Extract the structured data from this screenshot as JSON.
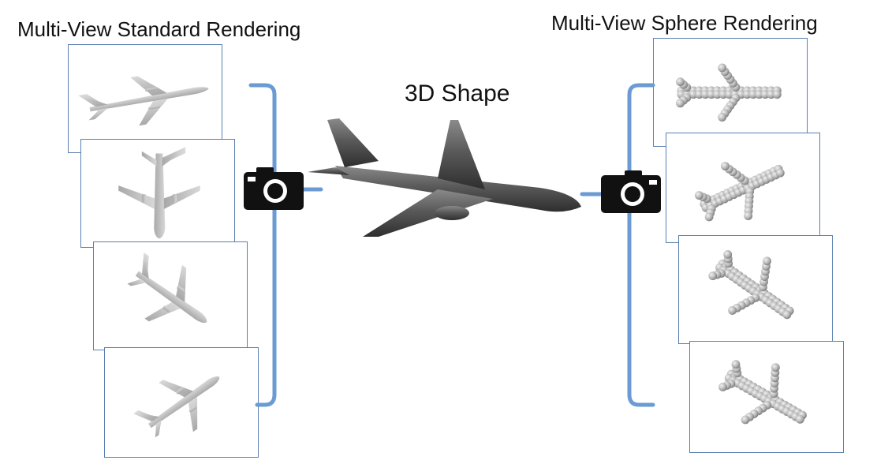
{
  "labels": {
    "left_title": "Multi-View Standard Rendering",
    "right_title": "Multi-View Sphere Rendering",
    "center_title": "3D Shape"
  },
  "left_views": [
    {
      "name": "standard-view-side"
    },
    {
      "name": "standard-view-top"
    },
    {
      "name": "standard-view-angled"
    },
    {
      "name": "standard-view-bottom"
    }
  ],
  "right_views": [
    {
      "name": "sphere-view-1"
    },
    {
      "name": "sphere-view-2"
    },
    {
      "name": "sphere-view-3"
    },
    {
      "name": "sphere-view-4"
    }
  ],
  "icons": [
    "camera-icon",
    "airplane-icon"
  ],
  "colors": {
    "bracket": "#6b9bd2",
    "frame_border": "#5a7fb0",
    "plane_dark": "#4a4a4a",
    "plane_light": "#bdbdbd",
    "sphere": "#b0b0b0"
  }
}
